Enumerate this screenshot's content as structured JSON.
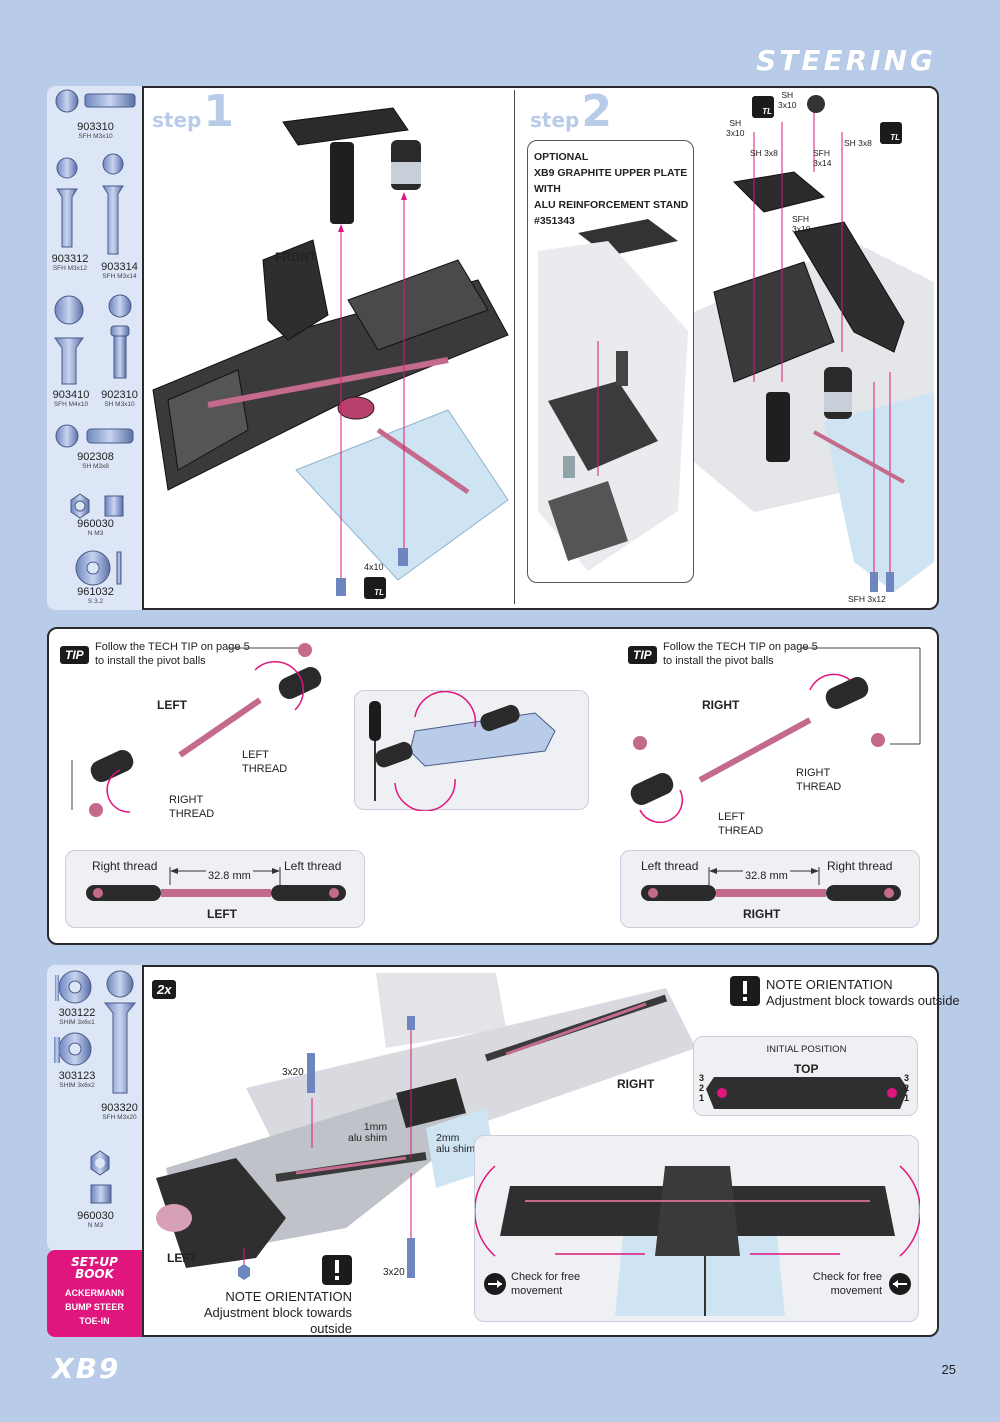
{
  "page": {
    "section_title": "STEERING",
    "page_number": "25",
    "brand": "XB9"
  },
  "step_panel": {
    "parts": [
      {
        "code": "903310",
        "spec": "SFH M3x10"
      },
      {
        "code": "903312",
        "spec": "SFH M3x12"
      },
      {
        "code": "903314",
        "spec": "SFH M3x14"
      },
      {
        "code": "903410",
        "spec": "SFH M4x10"
      },
      {
        "code": "902310",
        "spec": "SH M3x10"
      },
      {
        "code": "902308",
        "spec": "SH M3x8"
      },
      {
        "code": "960030",
        "spec": "N M3"
      },
      {
        "code": "961032",
        "spec": "S 3.2"
      }
    ],
    "step1": {
      "word": "step",
      "num": "1",
      "front_label": "FRONT",
      "screw_label": "4x10",
      "tl_badge": "TL"
    },
    "step2": {
      "word": "step",
      "num": "2",
      "optional": [
        "OPTIONAL",
        "XB9 GRAPHITE UPPER PLATE WITH",
        "ALU REINFORCEMENT STAND",
        "#351343"
      ],
      "labels": {
        "sh310a": "SH",
        "sh310a2": "3x10",
        "sh310b": "SH",
        "sh310b2": "3x10",
        "sh38a": "SH 3x8",
        "sh38b": "SH 3x8",
        "sfh314": "SFH",
        "sfh314b": "3x14",
        "sfh310": "SFH",
        "sfh310b": "3x10",
        "sfh312": "SFH 3x12"
      },
      "tl_badge": "TL"
    }
  },
  "tip_panel": {
    "badge": "TIP",
    "tip_text": [
      "Follow the TECH TIP on page 5",
      "to install the pivot balls"
    ],
    "left": {
      "title": "LEFT",
      "left_thread": [
        "LEFT",
        "THREAD"
      ],
      "right_thread": [
        "RIGHT",
        "THREAD"
      ],
      "bar_left": "Right  thread",
      "bar_right": "Left  thread",
      "measure": "32.8 mm",
      "bar_title": "LEFT"
    },
    "right": {
      "title": "RIGHT",
      "right_thread": [
        "RIGHT",
        "THREAD"
      ],
      "left_thread": [
        "LEFT",
        "THREAD"
      ],
      "bar_left": "Left  thread",
      "bar_right": "Right  thread",
      "measure": "32.8 mm",
      "bar_title": "RIGHT"
    }
  },
  "bottom_panel": {
    "parts": [
      {
        "code": "303122",
        "spec": "SHIM 3x6x1"
      },
      {
        "code": "303123",
        "spec": "SHIM 3x6x2"
      },
      {
        "code": "903320",
        "spec": "SFH M3x20"
      },
      {
        "code": "960030",
        "spec": "N M3"
      }
    ],
    "multiplier": "2x",
    "note_top": {
      "title": "NOTE ORIENTATION",
      "text": "Adjustment block towards outside"
    },
    "note_bottom": {
      "title": "NOTE ORIENTATION",
      "text": "Adjustment block towards outside"
    },
    "initial_position": "INITIAL POSITION",
    "top_label": "TOP",
    "right_label": "RIGHT",
    "left_label": "LEFT",
    "screw_top": "3x20",
    "screw_bottom": "3x20",
    "shim1": [
      "1mm",
      "alu shim"
    ],
    "shim2": [
      "2mm",
      "alu shim"
    ],
    "check_left": [
      "Check for free",
      "movement"
    ],
    "check_right": [
      "Check for free",
      "movement"
    ],
    "hole_numbers": [
      "3",
      "2",
      "1"
    ]
  },
  "setup_book": {
    "title": [
      "SET-UP",
      "BOOK"
    ],
    "items": [
      "ACKERMANN",
      "BUMP STEER",
      "TOE-IN"
    ]
  }
}
